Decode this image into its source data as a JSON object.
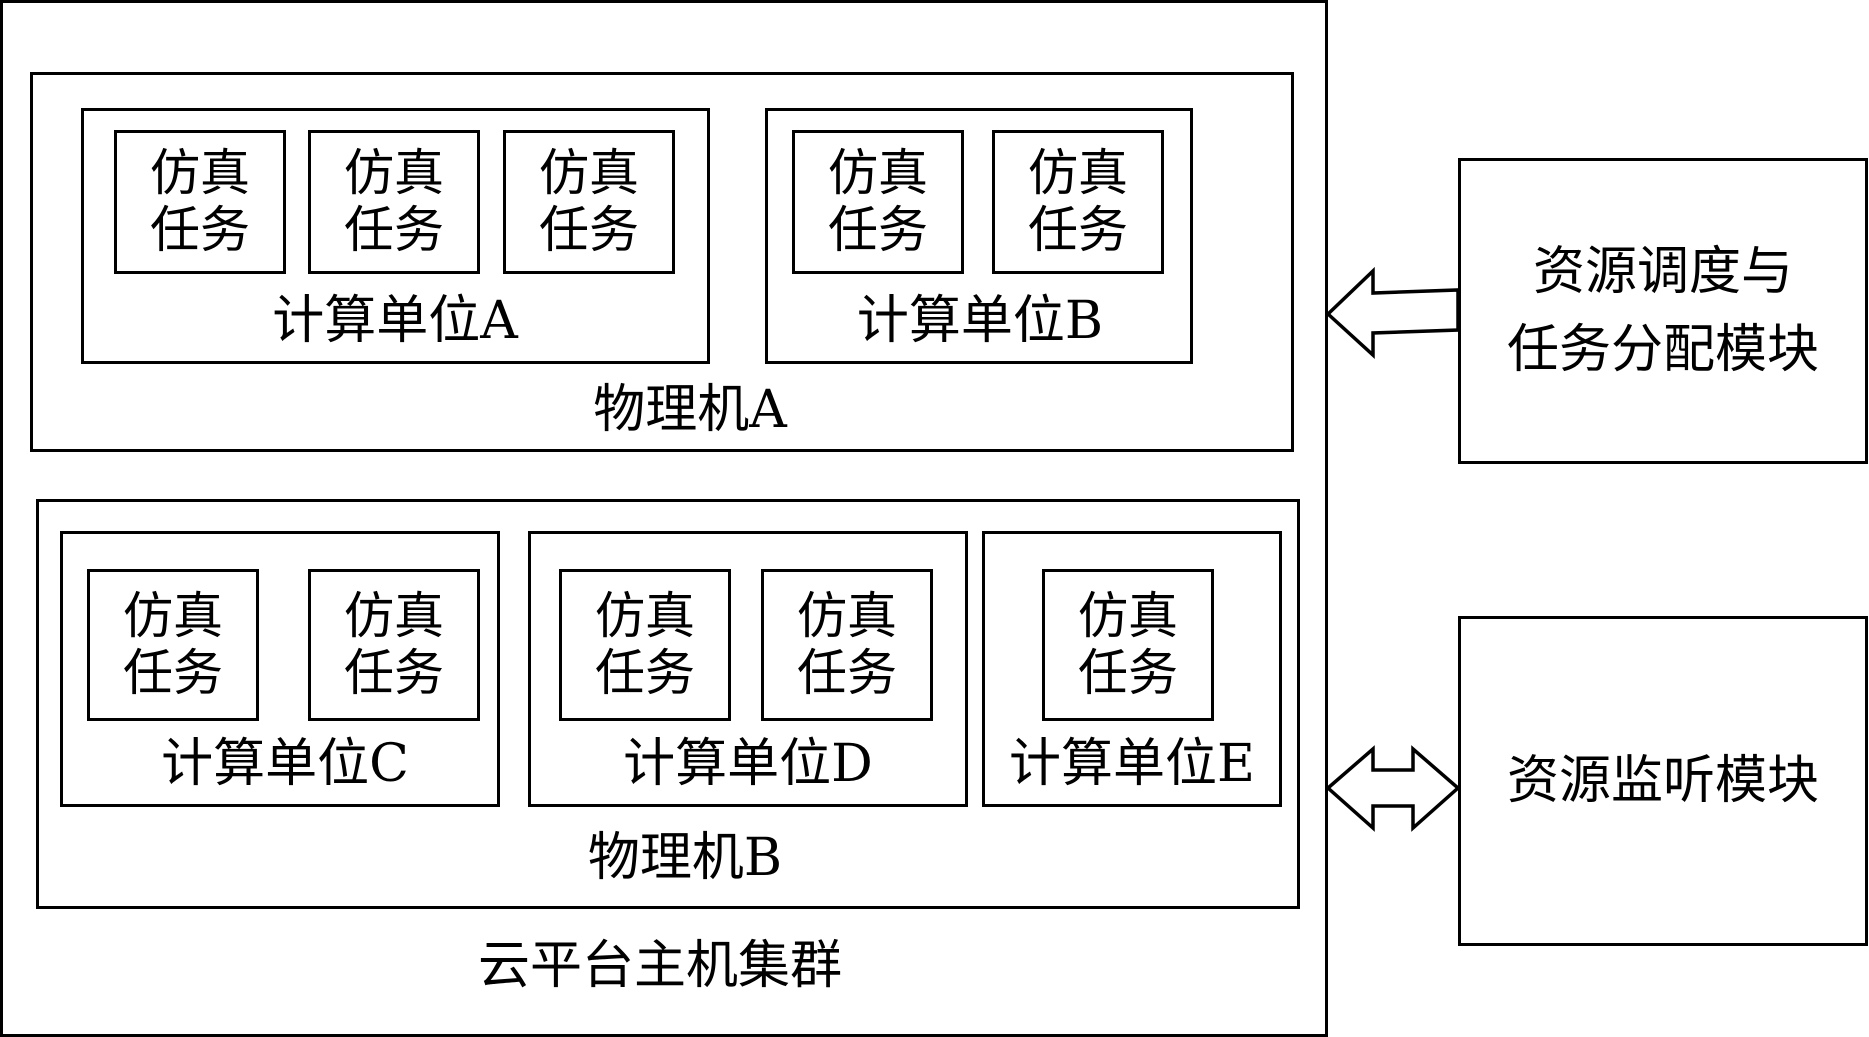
{
  "cluster": {
    "label": "云平台主机集群"
  },
  "machines": [
    {
      "id": "machine-a",
      "label": "物理机A"
    },
    {
      "id": "machine-b",
      "label": "物理机B"
    }
  ],
  "units": [
    {
      "id": "unit-a",
      "label": "计算单位A",
      "tasks": 3
    },
    {
      "id": "unit-b",
      "label": "计算单位B",
      "tasks": 2
    },
    {
      "id": "unit-c",
      "label": "计算单位C",
      "tasks": 2
    },
    {
      "id": "unit-d",
      "label": "计算单位D",
      "tasks": 2
    },
    {
      "id": "unit-e",
      "label": "计算单位E",
      "tasks": 1
    }
  ],
  "task_label": "仿真\n任务",
  "modules": {
    "scheduler": {
      "label": "资源调度与\n任务分配模块"
    },
    "monitor": {
      "label": "资源监听模块"
    }
  },
  "arrows": [
    {
      "id": "arrow-scheduler-to-cluster",
      "direction": "single",
      "from": "scheduler",
      "to": "cluster"
    },
    {
      "id": "arrow-monitor-cluster",
      "direction": "double",
      "from": "monitor",
      "to": "cluster"
    }
  ]
}
